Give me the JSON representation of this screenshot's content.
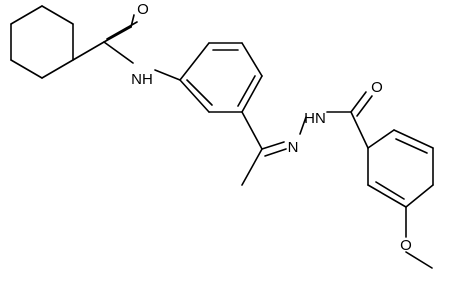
{
  "atoms": {
    "o_amide_top": "O",
    "nh_amide_top": "NH",
    "hn_hydrazide": "HN",
    "n_imine": "N",
    "o_amide_right": "O",
    "o_methoxy": "O"
  }
}
